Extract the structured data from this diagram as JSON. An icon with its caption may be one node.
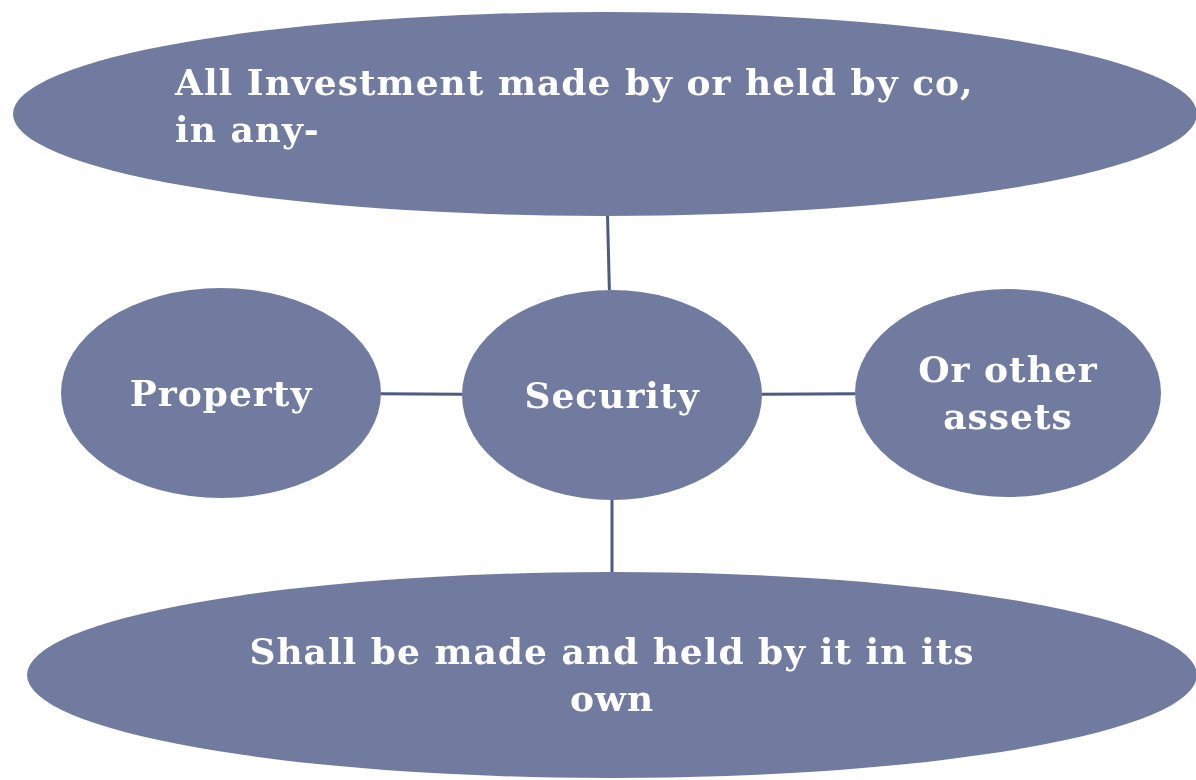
{
  "diagram": {
    "nodes": [
      {
        "text": [
          "All Investment made by or held by co, in any-"
        ]
      },
      {
        "text": [
          "Property"
        ]
      },
      {
        "text": [
          "Security"
        ]
      },
      {
        "text": [
          "Or other assets"
        ]
      },
      {
        "text": [
          "Shall be made and held by it in its own"
        ]
      }
    ],
    "edges": [
      {
        "from": 0,
        "to": 2,
        "arrow": "none"
      },
      {
        "from": 1,
        "to": 2,
        "arrow": "none"
      },
      {
        "from": 2,
        "to": 3,
        "arrow": "none"
      },
      {
        "from": 2,
        "to": 4,
        "arrow": "none"
      }
    ]
  }
}
